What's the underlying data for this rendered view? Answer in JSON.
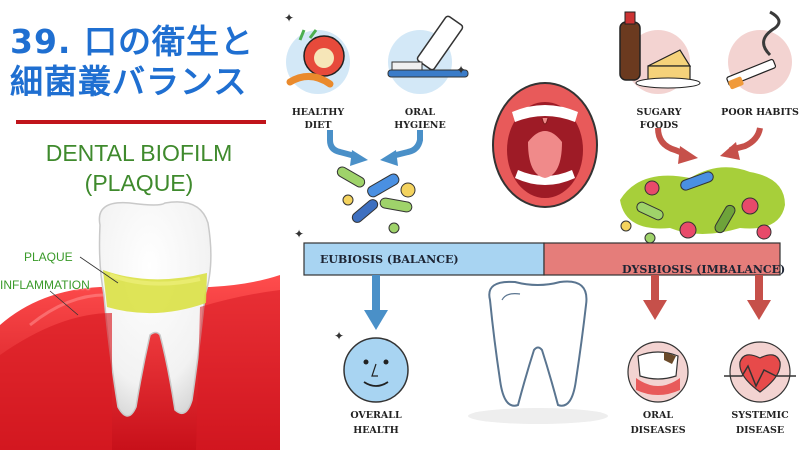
{
  "title": {
    "line1": "39. 口の衛生と",
    "line2": "細菌叢バランス"
  },
  "biofilm": {
    "line1": "DENTAL BIOFILM",
    "line2": "(PLAQUE)"
  },
  "tooth_labels": {
    "plaque": "PLAQUE",
    "inflammation": "INFLAMMATION"
  },
  "captions": {
    "healthy_diet": "HEALTHY DIET",
    "oral_hygiene": "ORAL HYGIENE",
    "sugary_foods": "SUGARY FOODS",
    "poor_habits": "POOR HABITS",
    "overall_health_1": "OVERALL",
    "overall_health_2": "HEALTH",
    "oral_diseases_1": "ORAL",
    "oral_diseases_2": "DISEASES",
    "systemic_disease_1": "SYSTEMIC",
    "systemic_disease_2": "DISEASE"
  },
  "balance_bar": {
    "left": "EUBIOSIS (BALANCE)",
    "right": "DYSBIOSIS (IMBALANCE)"
  },
  "colors": {
    "title_blue": "#1f6fd1",
    "green_text": "#3f8a2d",
    "rule_red": "#c0141b",
    "eubiosis_blue": "#a8d4f2",
    "dysbiosis_red": "#e57d7a",
    "arrow_blue": "#4a90c8",
    "arrow_red": "#c6504a"
  }
}
